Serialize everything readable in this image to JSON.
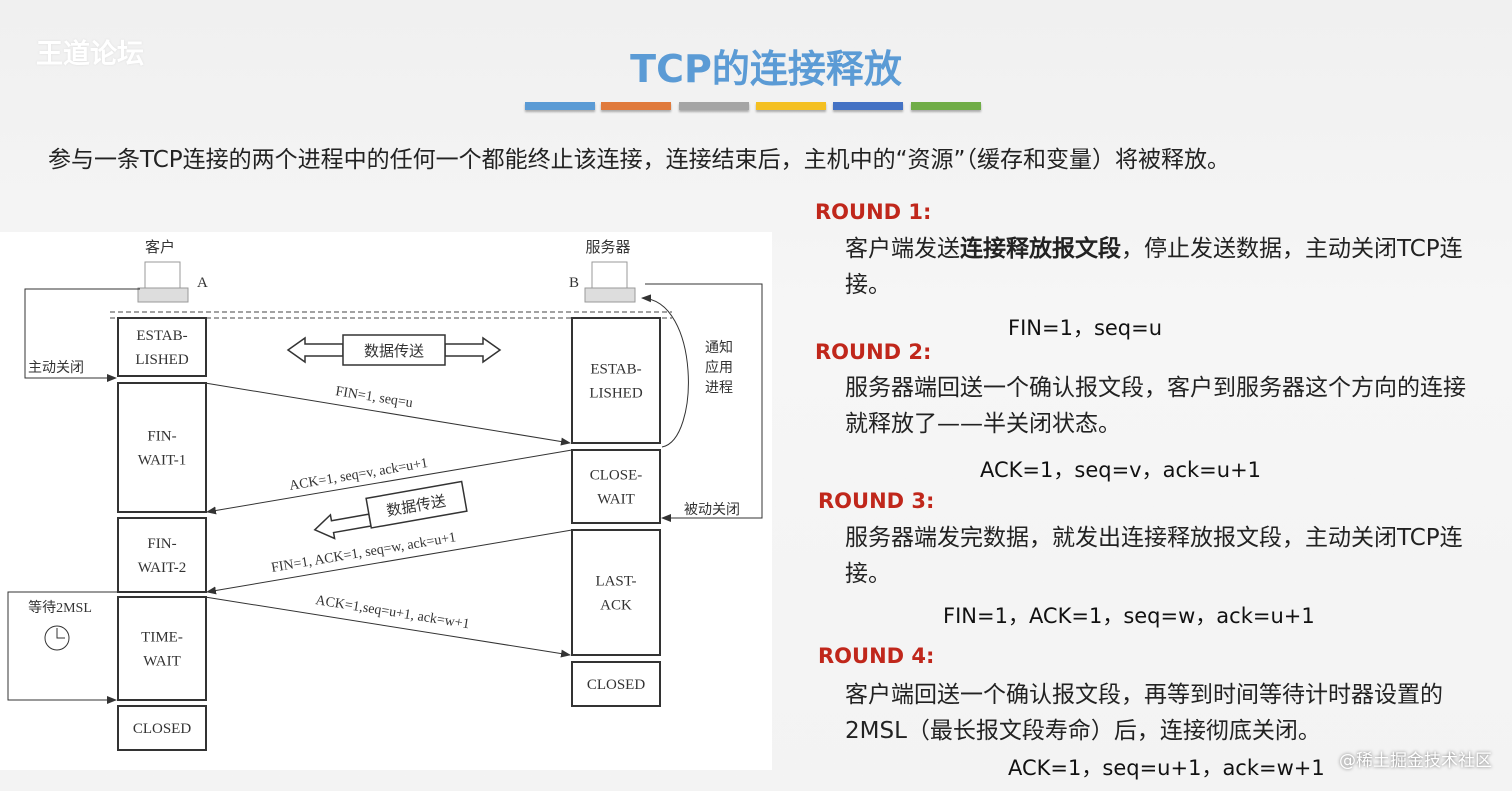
{
  "logo": "王道论坛",
  "title": "TCP的连接释放",
  "accent_bars": [
    "#5b9bd5",
    "#e07a3c",
    "#a5a5a5",
    "#f4c022",
    "#4472c4",
    "#70ad47"
  ],
  "intro": "参与一条TCP连接的两个进程中的任何一个都能终止该连接，连接结束后，主机中的“资源”（缓存和变量）将被释放。",
  "diagram": {
    "client_label": "客户",
    "server_label": "服务器",
    "a": "A",
    "b": "B",
    "active_close": "主动关闭",
    "passive_close": "被动关闭",
    "notify": [
      "通知",
      "应用",
      "进程"
    ],
    "data_transfer": "数据传送",
    "data_transfer2": "数据传送",
    "wait": "等待2MSL",
    "client_states": [
      [
        "ESTAB-",
        "LISHED"
      ],
      [
        "FIN-",
        "WAIT-1"
      ],
      [
        "FIN-",
        "WAIT-2"
      ],
      [
        "TIME-",
        "WAIT"
      ],
      [
        "CLOSED"
      ]
    ],
    "server_states": [
      [
        "ESTAB-",
        "LISHED"
      ],
      [
        "CLOSE-",
        "WAIT"
      ],
      [
        "LAST-",
        "ACK"
      ],
      [
        "CLOSED"
      ]
    ],
    "msg1": "FIN=1, seq=u",
    "msg2": "ACK=1, seq=v, ack=u+1",
    "msg3": "FIN=1, ACK=1, seq=w, ack=u+1",
    "msg4": "ACK=1,seq=u+1, ack=w+1"
  },
  "rounds": [
    {
      "head": "ROUND 1:",
      "pre": "客户端发送",
      "bold": "连接释放报文段",
      "post": "，停止发送数据，主动关闭TCP连接。",
      "eq": "FIN=1，seq=u"
    },
    {
      "head": "ROUND 2:",
      "pre": "服务器端回送一个确认报文段，客户到服务器这个方向的连接就释放了——半关闭状态。",
      "eq": "ACK=1，seq=v，ack=u+1"
    },
    {
      "head": "ROUND 3:",
      "pre": "服务器端发完数据，就发出连接释放报文段，主动关闭TCP连接。",
      "eq": "FIN=1，ACK=1，seq=w，ack=u+1"
    },
    {
      "head": "ROUND 4:",
      "pre": "客户端回送一个确认报文段，再等到时间等待计时器设置的2MSL（最长报文段寿命）后，连接彻底关闭。",
      "eq": "ACK=1，seq=u+1，ack=w+1"
    }
  ],
  "watermark": "@稀土掘金技术社区"
}
